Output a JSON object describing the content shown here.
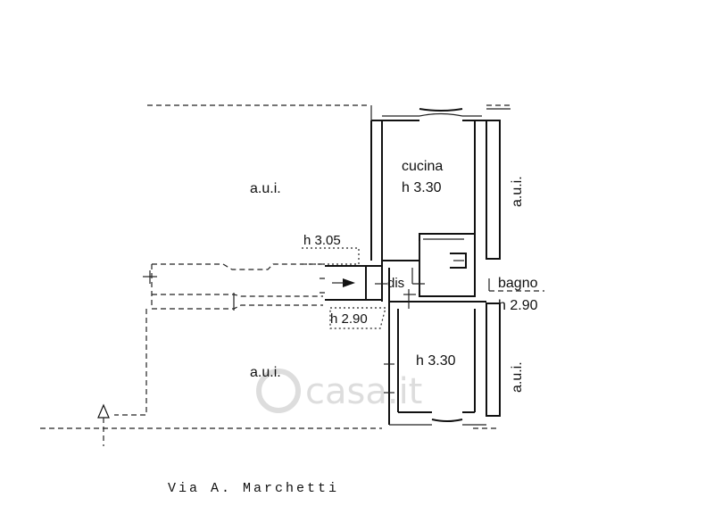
{
  "labels": {
    "aui_top_left": "a.u.i.",
    "aui_right_top": "a.u.i.",
    "aui_bottom_left": "a.u.i.",
    "aui_right_bottom": "a.u.i.",
    "cucina_name": "cucina",
    "cucina_height": "h 3.30",
    "corridor_height": "h 3.05",
    "dis": "dis",
    "bagno_name": "bagno",
    "bagno_height": "h 2.90",
    "lower_corridor_height": "h 2.90",
    "room_bottom_height": "h 3.30",
    "street": "Via  A.  Marchetti"
  },
  "watermark": "casa.it"
}
